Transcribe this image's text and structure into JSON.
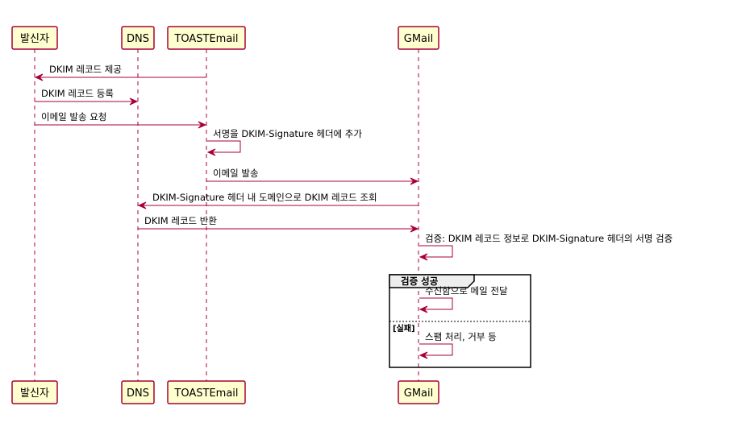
{
  "participants": [
    {
      "id": "sender",
      "label": "발신자"
    },
    {
      "id": "dns",
      "label": "DNS"
    },
    {
      "id": "toast",
      "label": "TOASTEmail"
    },
    {
      "id": "gmail",
      "label": "GMail"
    }
  ],
  "messages": [
    {
      "from": "toast",
      "to": "sender",
      "text": "DKIM 레코드 제공"
    },
    {
      "from": "sender",
      "to": "dns",
      "text": "DKIM 레코드 등록"
    },
    {
      "from": "sender",
      "to": "toast",
      "text": "이메일 발송 요청"
    },
    {
      "from": "toast",
      "to": "toast",
      "text": "서명을 DKIM-Signature 헤더에 추가"
    },
    {
      "from": "toast",
      "to": "gmail",
      "text": "이메일 발송"
    },
    {
      "from": "gmail",
      "to": "dns",
      "text": "DKIM-Signature 헤더 내 도메인으로 DKIM 레코드 조회"
    },
    {
      "from": "dns",
      "to": "gmail",
      "text": "DKIM 레코드 반환"
    },
    {
      "from": "gmail",
      "to": "gmail",
      "text": "검증: DKIM 레코드 정보로 DKIM-Signature 헤더의 서명 검증"
    },
    {
      "from": "gmail",
      "to": "gmail",
      "text": "수신함으로 메일 전달"
    },
    {
      "from": "gmail",
      "to": "gmail",
      "text": "스팸 처리, 거부 등"
    }
  ],
  "alt_frame": {
    "label": "검증 성공",
    "else_label": "[실패]"
  }
}
